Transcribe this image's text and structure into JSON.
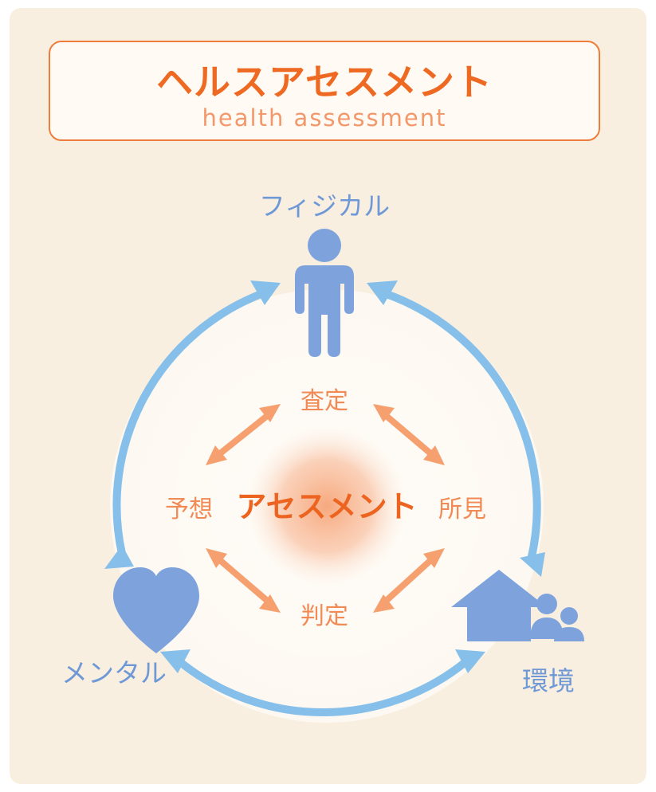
{
  "header": {
    "title": "ヘルスアセスメント",
    "subtitle": "health assessment"
  },
  "outer_cycle": {
    "nodes": [
      {
        "id": "physical",
        "label": "フィジカル",
        "icon": "person-icon"
      },
      {
        "id": "mental",
        "label": "メンタル",
        "icon": "heart-icon"
      },
      {
        "id": "environment",
        "label": "環境",
        "icon": "house-people-icon"
      }
    ]
  },
  "inner_cycle": {
    "center": "アセスメント",
    "nodes": [
      {
        "id": "inspection",
        "label": "査定"
      },
      {
        "id": "findings",
        "label": "所見"
      },
      {
        "id": "judgment",
        "label": "判定"
      },
      {
        "id": "prediction",
        "label": "予想"
      }
    ]
  },
  "colors": {
    "background": "#f9efe0",
    "accent_orange": "#ee6a22",
    "blue_arrow": "#86c0ea",
    "blue_icon": "#7ea3dc",
    "orange_arrow": "#f5a06e"
  }
}
